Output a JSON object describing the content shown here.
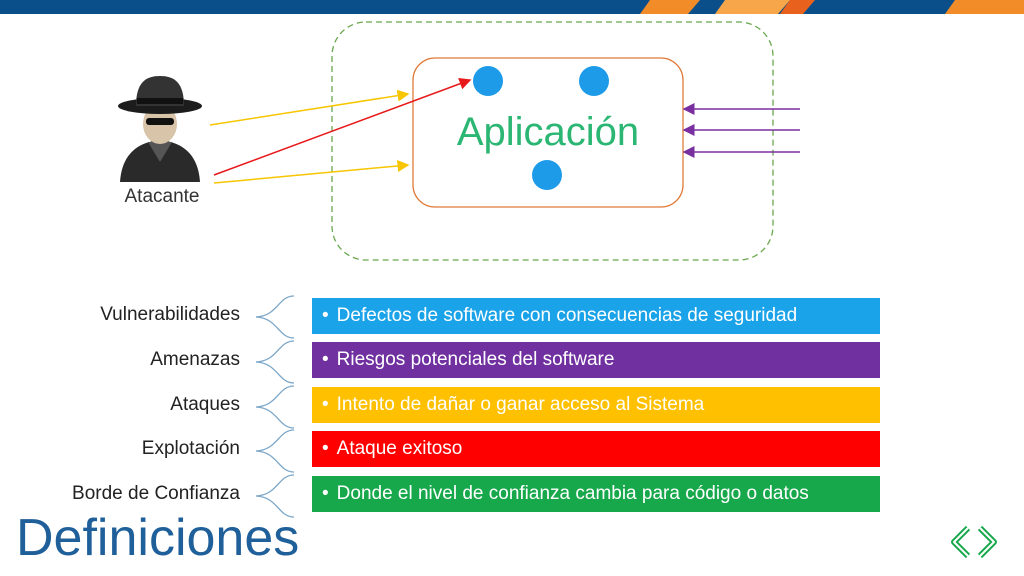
{
  "colors": {
    "header": "#0b4f8a",
    "accent_orange": "#f28c28",
    "app_text": "#2bb673",
    "app_border": "#e07b39",
    "boundary": "#6aa84f",
    "node": "#1e9be8",
    "arrow_yellow": "#f7c600",
    "arrow_red": "#e8191a",
    "arrow_purple": "#7a2fa0"
  },
  "diagram": {
    "attacker_label": "Atacante",
    "app_label": "Aplicación"
  },
  "definitions": [
    {
      "term": "Vulnerabilidades",
      "bullet": "•",
      "description": "Defectos de software con consecuencias de seguridad",
      "color": "#1aa3e8"
    },
    {
      "term": "Amenazas",
      "bullet": "•",
      "description": "Riesgos potenciales del software",
      "color": "#7030a0"
    },
    {
      "term": "Ataques",
      "bullet": "•",
      "description": "Intento de dañar o ganar acceso al Sistema",
      "color": "#ffc000"
    },
    {
      "term": "Explotación",
      "bullet": "•",
      "description": "Ataque exitoso",
      "color": "#ff0000"
    },
    {
      "term": "Borde de Confianza",
      "bullet": "•",
      "description": "Donde el nivel de confianza cambia para código o datos",
      "color": "#17a84b"
    }
  ],
  "title": "Definiciones",
  "nav_icons": [
    "chevron-left-icon",
    "chevron-right-icon"
  ]
}
